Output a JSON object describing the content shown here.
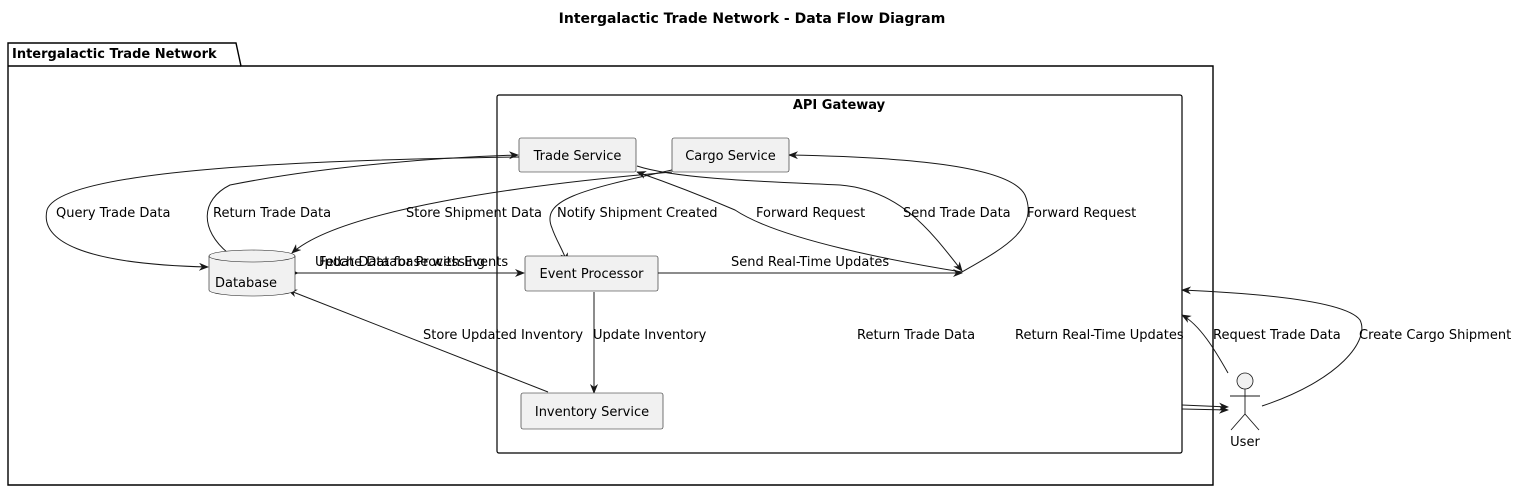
{
  "title": "Intergalactic Trade Network - Data Flow Diagram",
  "package": {
    "label": "Intergalactic Trade Network"
  },
  "gateway": {
    "label": "API Gateway"
  },
  "nodes": {
    "trade_service": "Trade Service",
    "cargo_service": "Cargo Service",
    "event_processor": "Event Processor",
    "inventory_service": "Inventory Service",
    "database": "Database",
    "user": "User"
  },
  "edges": {
    "query_trade_data": "Query Trade Data",
    "return_trade_data_db": "Return Trade Data",
    "store_shipment_data": "Store Shipment Data",
    "notify_shipment_created": "Notify Shipment Created",
    "forward_request_trade": "Forward Request",
    "send_trade_data": "Send Trade Data",
    "forward_request_cargo": "Forward Request",
    "update_database_with_events": "Update Database with Events",
    "fetch_data_for_processing": "Fetch Data for Processing",
    "send_real_time_updates": "Send Real-Time Updates",
    "store_updated_inventory": "Store Updated Inventory",
    "update_inventory": "Update Inventory",
    "return_trade_data_user": "Return Trade Data",
    "return_real_time_updates": "Return Real-Time Updates",
    "request_trade_data": "Request Trade Data",
    "create_cargo_shipment": "Create Cargo Shipment"
  }
}
